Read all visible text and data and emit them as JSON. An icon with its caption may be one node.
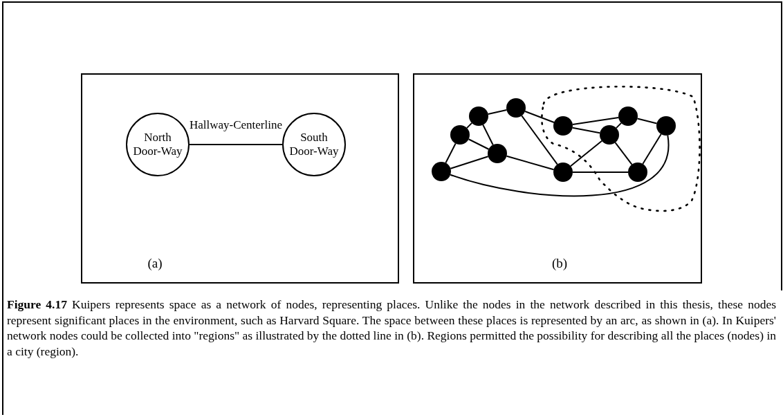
{
  "diagram": {
    "caption": "**Figure 4.17** Kuipers represents space as a network of nodes, representing places.  Unlike the nodes in the network described in this thesis, these nodes represent significant places in the environment, such as Harvard Square.  The space between these places is represented by an arc, as shown in (a).  In Kuipers' network nodes could be collected into \"regions\" as illustrated by the dotted line in (b).  Regions permitted the possibility for describing all the places (nodes) in  a city (region).",
    "nodes": [
      {
        "text": [
          "(a)"
        ]
      },
      {
        "text": [
          "North Door-Way"
        ],
        "in": 0
      },
      {
        "text": [
          "South Door-Way"
        ],
        "in": 0
      },
      {
        "text": [
          "(b)"
        ]
      },
      {
        "text": [],
        "shape": "circle",
        "in": 3
      },
      {
        "text": [],
        "shape": "circle",
        "in": 3
      },
      {
        "text": [],
        "shape": "circle",
        "in": 3
      },
      {
        "text": [],
        "shape": "circle",
        "in": 3
      },
      {
        "text": [],
        "shape": "circle",
        "in": 3
      },
      {
        "text": [],
        "shape": "circle",
        "in": 3
      },
      {
        "text": [],
        "shape": "circle",
        "in": 3
      },
      {
        "text": [],
        "shape": "circle",
        "in": 3
      },
      {
        "text": [],
        "shape": "circle",
        "in": 3
      },
      {
        "text": [],
        "shape": "circle",
        "in": 3
      },
      {
        "text": [],
        "shape": "circle",
        "in": 3
      }
    ],
    "edges": [
      {
        "from": 1,
        "to": 2,
        "arrow": "none",
        "label": "Hallway-Centerline"
      },
      {
        "from": 4,
        "to": 5,
        "arrow": "none"
      },
      {
        "from": 4,
        "to": 8,
        "arrow": "none"
      },
      {
        "from": 4,
        "to": 13,
        "arrow": "none"
      },
      {
        "from": 5,
        "to": 6,
        "arrow": "none"
      },
      {
        "from": 5,
        "to": 8,
        "arrow": "none"
      },
      {
        "from": 6,
        "to": 8,
        "arrow": "none"
      },
      {
        "from": 6,
        "to": 7,
        "arrow": "none"
      },
      {
        "from": 7,
        "to": 9,
        "arrow": "none"
      },
      {
        "from": 7,
        "to": 10,
        "arrow": "none"
      },
      {
        "from": 8,
        "to": 10,
        "arrow": "none"
      },
      {
        "from": 9,
        "to": 11,
        "arrow": "none"
      },
      {
        "from": 9,
        "to": 12,
        "arrow": "none"
      },
      {
        "from": 12,
        "to": 11,
        "arrow": "none"
      },
      {
        "from": 11,
        "to": 13,
        "arrow": "none"
      },
      {
        "from": 12,
        "to": 10,
        "arrow": "none"
      },
      {
        "from": 12,
        "to": 14,
        "arrow": "none"
      },
      {
        "from": 10,
        "to": 14,
        "arrow": "none"
      },
      {
        "from": 13,
        "to": 14,
        "arrow": "none"
      }
    ]
  }
}
